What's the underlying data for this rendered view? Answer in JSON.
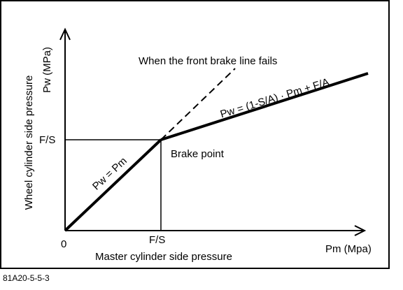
{
  "figure": {
    "y_axis_label": "Pw (MPa)",
    "y_axis_title": "Wheel cylinder side pressure",
    "x_axis_label": "Pm (Mpa)",
    "x_axis_title": "Master cylinder side pressure",
    "origin_label": "0",
    "y_tick_label": "F/S",
    "x_tick_label": "F/S",
    "failure_line_label": "When the front brake line fails",
    "brake_point_label": "Brake point",
    "lower_line_equation": "Pw = Pm",
    "upper_line_equation": "Pw = (1-S/A) · Pm + F/A",
    "figure_code": "81A20-5-5-3"
  }
}
